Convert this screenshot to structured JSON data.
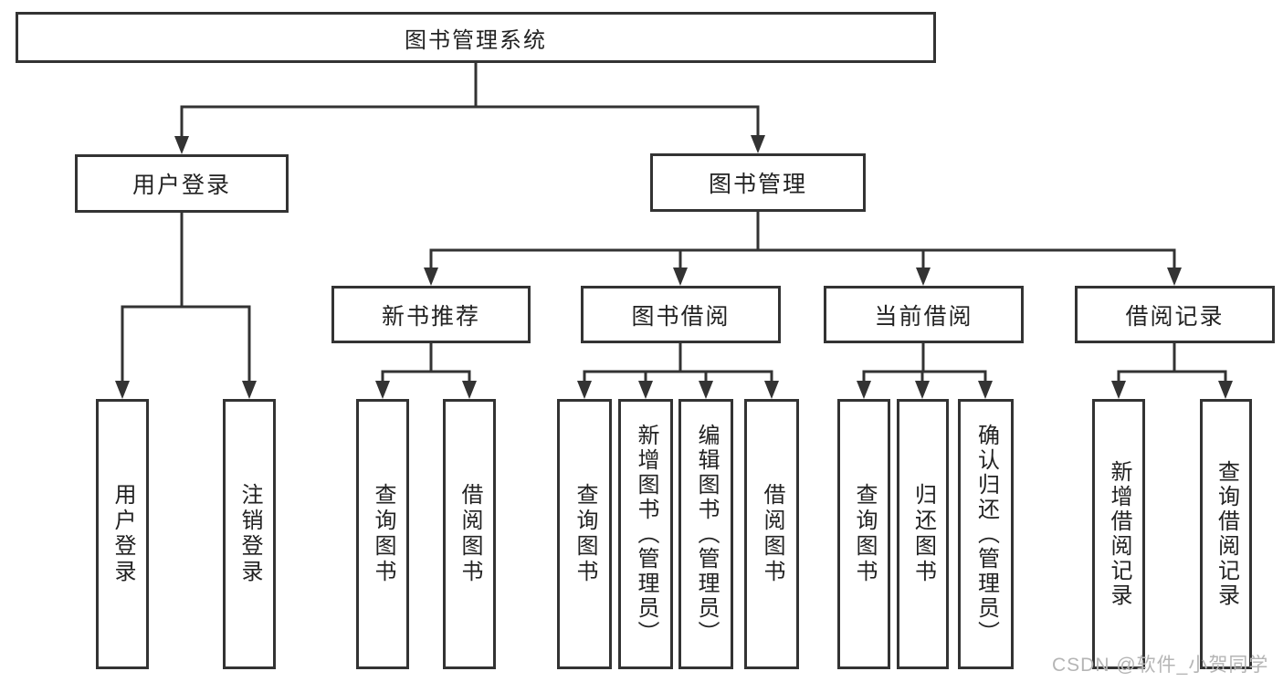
{
  "root": {
    "label": "图书管理系统"
  },
  "level2": {
    "user": {
      "label": "用户登录"
    },
    "book": {
      "label": "图书管理"
    }
  },
  "level3": {
    "new_books": {
      "label": "新书推荐"
    },
    "borrow": {
      "label": "图书借阅"
    },
    "current": {
      "label": "当前借阅"
    },
    "records": {
      "label": "借阅记录"
    }
  },
  "leaves": {
    "user": [
      "用户登录",
      "注销登录"
    ],
    "new_books": [
      "查询图书",
      "借阅图书"
    ],
    "borrow": [
      "查询图书",
      "新增图书（管理员）",
      "编辑图书（管理员）",
      "借阅图书"
    ],
    "current": [
      "查询图书",
      "归还图书",
      "确认归还（管理员）"
    ],
    "records": [
      "新增借阅记录",
      "查询借阅记录"
    ]
  },
  "watermark": {
    "text": "CSDN @软件_小贺同学"
  },
  "colors": {
    "line": "#333333",
    "text": "#222222",
    "box_background": "#ffffff",
    "page_background": "#ffffff",
    "watermark": "#b5b5b5"
  }
}
